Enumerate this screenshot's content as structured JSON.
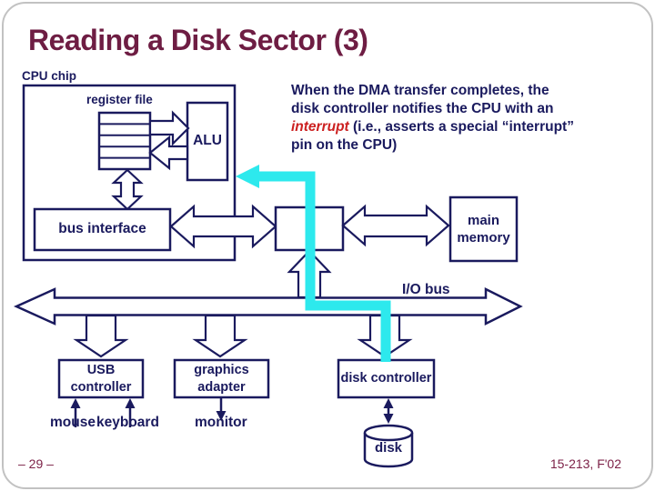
{
  "slide": {
    "title": "Reading a Disk Sector (3)",
    "footer_left": "– 29 –",
    "footer_right": "15-213, F'02"
  },
  "note": {
    "line1": "When the DMA transfer completes, the",
    "line2": "disk controller notifies the CPU with an",
    "line3_highlight": "interrupt",
    "line3_rest": " (i.e., asserts a special “interrupt”",
    "line4": "pin on the CPU)"
  },
  "labels": {
    "cpu_chip": "CPU chip",
    "register_file": "register file",
    "alu": "ALU",
    "bus_interface": "bus interface",
    "main_memory": "main memory",
    "io_bus": "I/O bus",
    "usb_controller": "USB controller",
    "graphics_adapter": "graphics adapter",
    "disk_controller": "disk controller",
    "mouse": "mouse",
    "keyboard": "keyboard",
    "monitor": "monitor",
    "disk": "disk"
  },
  "colors": {
    "navy": "#1a1a5e",
    "title_maroon": "#6e1d43",
    "footer_maroon": "#7d2248",
    "interrupt_red": "#cc2020",
    "interrupt_cyan": "#2de9ed",
    "frame_gray": "#c2c2c2"
  }
}
